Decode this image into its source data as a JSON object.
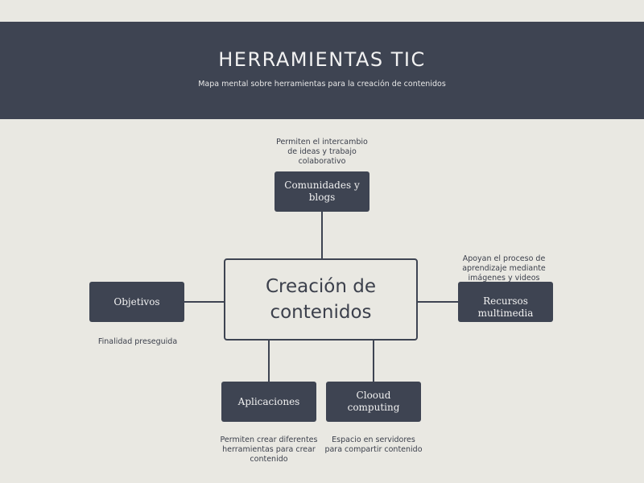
{
  "header": {
    "title": "HERRAMIENTAS TIC",
    "subtitle": "Mapa mental sobre herramientas para la creación de contenidos"
  },
  "colors": {
    "banner": "#3e4452",
    "background": "#e9e8e2",
    "node": "#3e4452",
    "node_text": "#f2f2f2",
    "line": "#3e4452"
  },
  "mindmap": {
    "center": "Creación de contenidos",
    "nodes": {
      "comunidades": {
        "label": "Comunidades y blogs",
        "note": "Permiten el intercambio de ideas y trabajo colaborativo"
      },
      "objetivos": {
        "label": "Objetivos",
        "note": "Finalidad preseguida"
      },
      "recursos": {
        "label": "Recursos multimedia",
        "note": "Apoyan el proceso de aprendizaje mediante imágenes y videos"
      },
      "aplicaciones": {
        "label": "Aplicaciones",
        "note": "Permiten crear diferentes herramientas para crear contenido"
      },
      "cloud": {
        "label": "Clooud computing",
        "note": "Espacio en servidores para compartir contenido"
      }
    }
  }
}
